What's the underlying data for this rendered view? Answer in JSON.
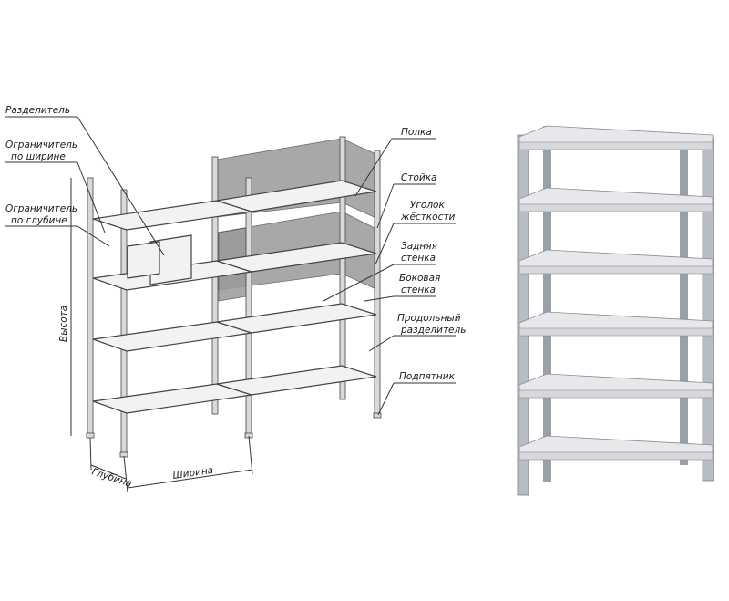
{
  "diagram": {
    "labels": {
      "divider": "Разделитель",
      "width_limiter_1": "Ограничитель",
      "width_limiter_2": "по ширине",
      "depth_limiter_1": "Ограничитель",
      "depth_limiter_2": "по глубине",
      "shelf": "Полка",
      "post": "Стойка",
      "stiffener_1": "Уголок",
      "stiffener_2": "жёсткости",
      "back_wall_1": "Задняя",
      "back_wall_2": "стенка",
      "side_wall_1": "Боковая",
      "side_wall_2": "стенка",
      "long_divider_1": "Продольный",
      "long_divider_2": "разделитель",
      "foot": "Подпятник",
      "height": "Высота",
      "depth": "Глубина",
      "width": "Ширина"
    }
  },
  "photo": {
    "shelf_count": 6,
    "shelf_color": "#e8e8ec",
    "post_color": "#b8bcc4"
  }
}
